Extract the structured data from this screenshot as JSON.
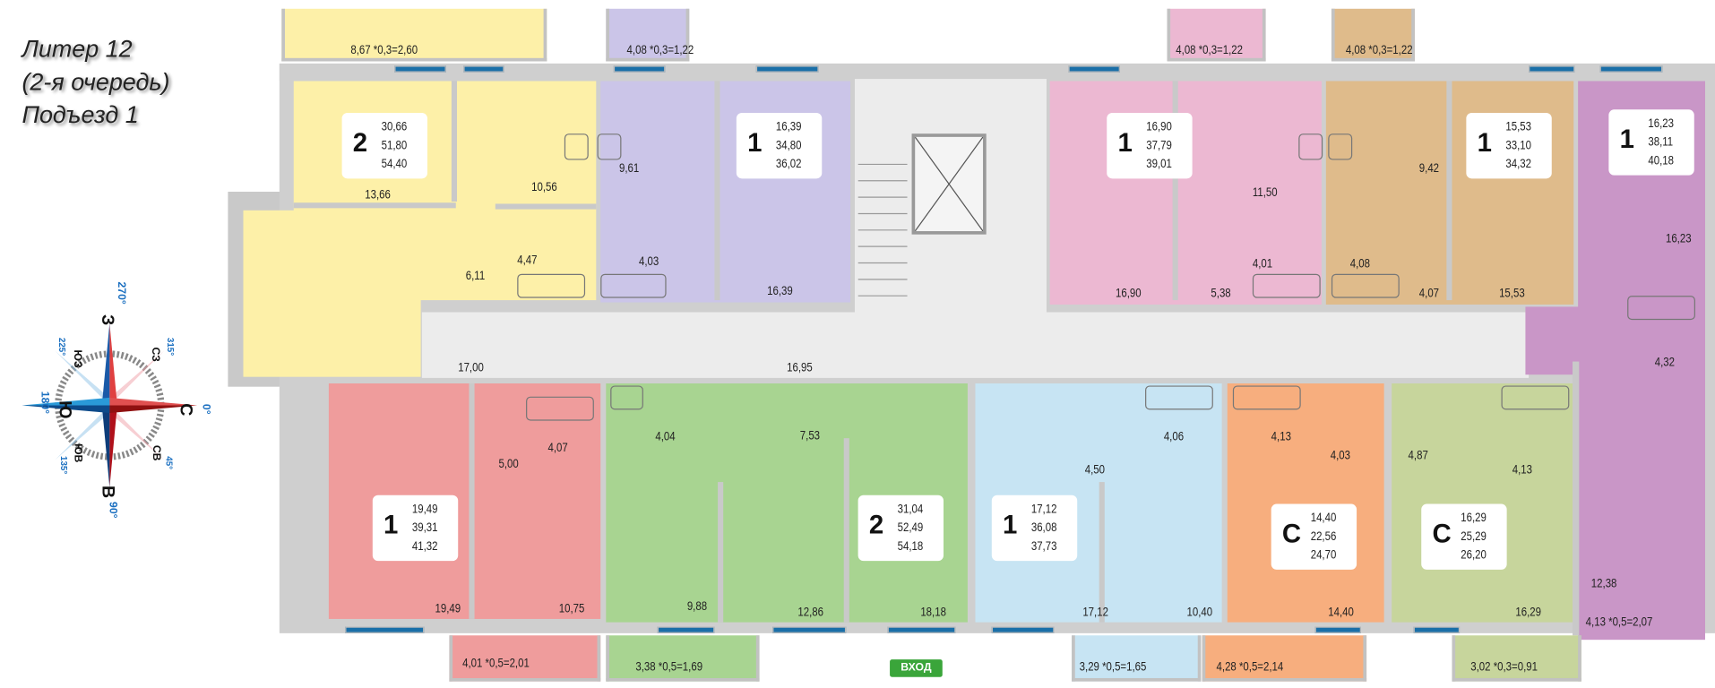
{
  "title": {
    "line1": "Литер 12",
    "line2": "(2-я очередь)",
    "line3": "Подъезд 1"
  },
  "entrance_label": "ВХОД",
  "corridor_area": "16,95",
  "colors": {
    "wall": "#c9c9c9",
    "corridor": "#ececec",
    "window": "#1a6fa8",
    "entrance": "#3aa53a"
  },
  "apartments": [
    {
      "id": "yellow",
      "color": "#fdf0a8",
      "rooms": "2",
      "areas": [
        "30,66",
        "51,80",
        "54,40"
      ],
      "room_areas": [
        "13,66",
        "10,56",
        "6,11",
        "4,47",
        "17,00"
      ],
      "balcony": "8,67 *0,3=2,60"
    },
    {
      "id": "lavender",
      "color": "#cbc5e8",
      "rooms": "1",
      "areas": [
        "16,39",
        "34,80",
        "36,02"
      ],
      "room_areas": [
        "9,61",
        "4,03",
        "16,39"
      ],
      "balcony": "4,08 *0,3=1,22"
    },
    {
      "id": "pink",
      "color": "#ecb8d2",
      "rooms": "1",
      "areas": [
        "16,90",
        "37,79",
        "39,01"
      ],
      "room_areas": [
        "11,50",
        "16,90",
        "5,38",
        "4,01"
      ],
      "balcony": "4,08 *0,3=1,22"
    },
    {
      "id": "tan",
      "color": "#dfbb8b",
      "rooms": "1",
      "areas": [
        "15,53",
        "33,10",
        "34,32"
      ],
      "room_areas": [
        "4,08",
        "9,42",
        "4,07",
        "15,53"
      ],
      "balcony": "4,08 *0,3=1,22"
    },
    {
      "id": "purple",
      "color": "#c996c7",
      "rooms": "1",
      "areas": [
        "16,23",
        "38,11",
        "40,18"
      ],
      "room_areas": [
        "16,23",
        "4,32",
        "12,38"
      ],
      "balcony": "4,13 *0,5=2,07"
    },
    {
      "id": "red",
      "color": "#ef9c9c",
      "rooms": "1",
      "areas": [
        "19,49",
        "39,31",
        "41,32"
      ],
      "room_areas": [
        "5,00",
        "4,07",
        "19,49",
        "10,75"
      ],
      "balcony": "4,01 *0,5=2,01"
    },
    {
      "id": "green",
      "color": "#a8d491",
      "rooms": "2",
      "areas": [
        "31,04",
        "52,49",
        "54,18"
      ],
      "room_areas": [
        "4,04",
        "7,53",
        "9,88",
        "12,86",
        "18,18"
      ],
      "balcony": "3,38 *0,5=1,69"
    },
    {
      "id": "blue",
      "color": "#c7e4f3",
      "rooms": "1",
      "areas": [
        "17,12",
        "36,08",
        "37,73"
      ],
      "room_areas": [
        "4,50",
        "4,06",
        "17,12",
        "10,40"
      ],
      "balcony": "3,29 *0,5=1,65"
    },
    {
      "id": "orange",
      "color": "#f7ae7e",
      "rooms": "С",
      "areas": [
        "14,40",
        "22,56",
        "24,70"
      ],
      "room_areas": [
        "4,13",
        "4,03",
        "14,40"
      ],
      "balcony": "4,28 *0,5=2,14"
    },
    {
      "id": "olive",
      "color": "#c7d59c",
      "rooms": "С",
      "areas": [
        "16,29",
        "25,29",
        "26,20"
      ],
      "room_areas": [
        "4,87",
        "4,13",
        "16,29"
      ],
      "balcony": "3,02 *0,3=0,91"
    }
  ],
  "compass": {
    "north": "С",
    "north_deg": "0°",
    "east": "В",
    "east_deg": "90°",
    "south": "Ю",
    "south_deg": "180°",
    "west": "З",
    "west_deg": "270°",
    "ne": "СВ",
    "ne_deg": "45°",
    "se": "ЮВ",
    "se_deg": "135°",
    "sw": "ЮЗ",
    "sw_deg": "225°",
    "nw": "СЗ",
    "nw_deg": "315°"
  }
}
